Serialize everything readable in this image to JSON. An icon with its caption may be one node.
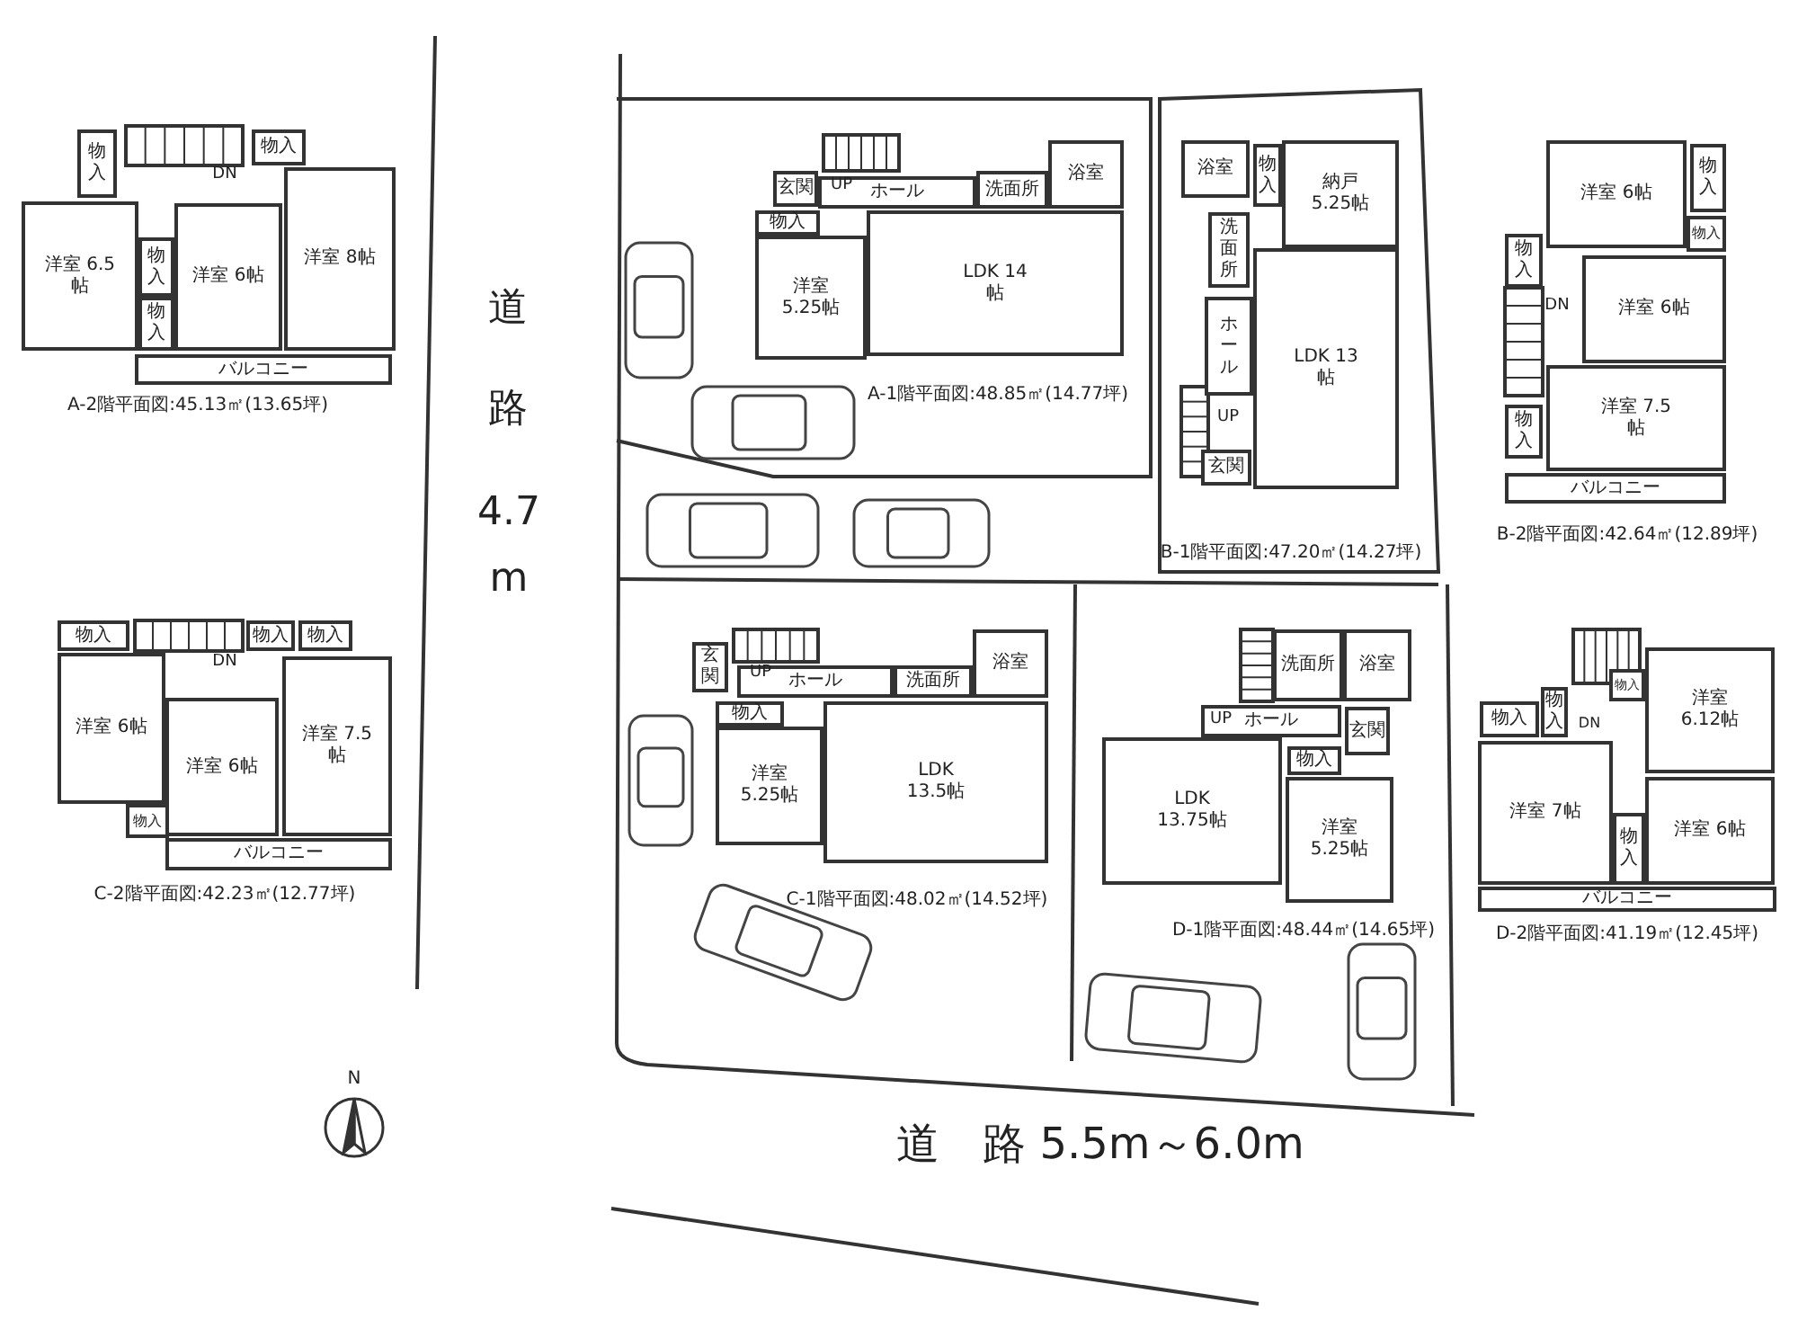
{
  "diagram": {
    "nodes": [
      {
        "text": [
          "物入"
        ]
      },
      {
        "text": [
          "物入"
        ]
      },
      {
        "text": [
          "洋室 6.5帖"
        ]
      },
      {
        "text": [
          "物入"
        ]
      },
      {
        "text": [
          "物入"
        ]
      },
      {
        "text": [
          "洋室 6帖"
        ]
      },
      {
        "text": [
          "洋室 8帖"
        ]
      },
      {
        "text": [
          "バルコニー"
        ]
      },
      {
        "text": [
          "玄関"
        ]
      },
      {
        "text": [
          "ホール"
        ]
      },
      {
        "text": [
          "洗面所"
        ]
      },
      {
        "text": [
          "浴室"
        ]
      },
      {
        "text": [
          "物入"
        ]
      },
      {
        "text": [
          "洋室 5.25帖"
        ]
      },
      {
        "text": [
          "LDK 14帖"
        ]
      },
      {
        "text": [
          "浴室"
        ]
      },
      {
        "text": [
          "物入"
        ]
      },
      {
        "text": [
          "納戸 5.25帖"
        ]
      },
      {
        "text": [
          "洗面所"
        ]
      },
      {
        "text": [
          "ホール"
        ]
      },
      {
        "text": [
          "玄関"
        ]
      },
      {
        "text": [
          "LDK 13帖"
        ]
      },
      {
        "text": [
          "洋室 6帖"
        ]
      },
      {
        "text": [
          "物入"
        ]
      },
      {
        "text": [
          "物入"
        ]
      },
      {
        "text": [
          "物入"
        ]
      },
      {
        "text": [
          "洋室 6帖"
        ]
      },
      {
        "text": [
          "洋室 7.5帖"
        ]
      },
      {
        "text": [
          "物入"
        ]
      },
      {
        "text": [
          "バルコニー"
        ]
      },
      {
        "text": [
          "物入"
        ]
      },
      {
        "text": [
          "物入"
        ]
      },
      {
        "text": [
          "物入"
        ]
      },
      {
        "text": [
          "洋室 6帖"
        ]
      },
      {
        "text": [
          "洋室 6帖"
        ]
      },
      {
        "text": [
          "洋室 7.5帖"
        ]
      },
      {
        "text": [
          "物入"
        ]
      },
      {
        "text": [
          "バルコニー"
        ]
      },
      {
        "text": [
          "玄関"
        ]
      },
      {
        "text": [
          "ホール"
        ]
      },
      {
        "text": [
          "洗面所"
        ]
      },
      {
        "text": [
          "浴室"
        ]
      },
      {
        "text": [
          "物入"
        ]
      },
      {
        "text": [
          "洋室 5.25帖"
        ]
      },
      {
        "text": [
          "LDK 13.5帖"
        ]
      },
      {
        "text": [
          "LDK 13.75帖"
        ]
      },
      {
        "text": [
          "洗面所"
        ]
      },
      {
        "text": [
          "浴室"
        ]
      },
      {
        "text": [
          "ホール"
        ]
      },
      {
        "text": [
          "玄関"
        ]
      },
      {
        "text": [
          "物入"
        ]
      },
      {
        "text": [
          "洋室 5.25帖"
        ]
      },
      {
        "text": [
          "物入"
        ]
      },
      {
        "text": [
          "物入"
        ]
      },
      {
        "text": [
          "物入"
        ]
      },
      {
        "text": [
          "洋室 6.12帖"
        ]
      },
      {
        "text": [
          "洋室 7帖"
        ]
      },
      {
        "text": [
          "物入"
        ]
      },
      {
        "text": [
          "洋室 6帖"
        ]
      },
      {
        "text": [
          "バルコニー"
        ]
      }
    ],
    "labels": [
      "DN",
      "A-2階平面図:45.13㎡(13.65坪)",
      "UP",
      "A-1階平面図:48.85㎡(14.77坪)",
      "UP",
      "DN",
      "道路",
      "4.7",
      "m",
      "B-1階平面図:47.20㎡(14.27坪)",
      "B-2階平面図:42.64㎡(12.89坪)",
      "DN",
      "UP",
      "UP",
      "DN",
      "C-2階平面図:42.23㎡(12.77坪)",
      "C-1階平面図:48.02㎡(14.52坪)",
      "D-1階平面図:48.44㎡(14.65坪)",
      "D-2階平面図:41.19㎡(12.45坪)",
      "N",
      "道　路 5.5m～6.0m"
    ]
  }
}
